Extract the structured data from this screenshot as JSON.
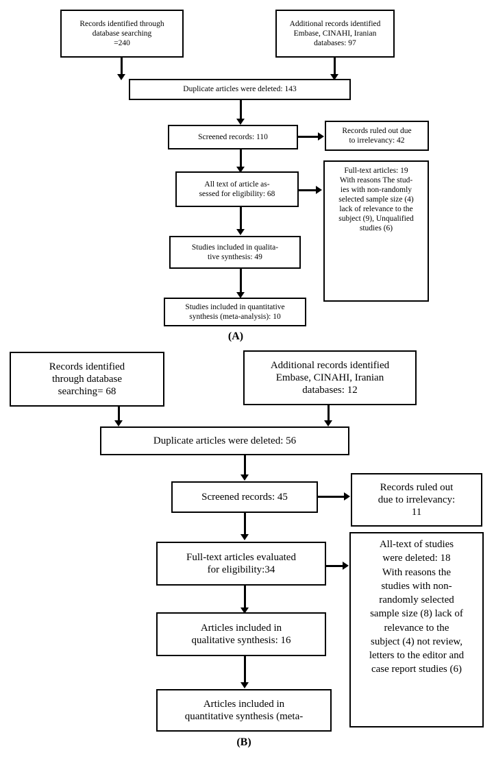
{
  "figure": {
    "type": "prisma-flow-diagram",
    "panels": [
      {
        "id": "A",
        "label": "(A)",
        "nodes": {
          "identified_database": "Records identified through\ndatabase searching\n=240",
          "identified_additional": "Additional records identified\nEmbase, CINAHI, Iranian\ndatabases: 97",
          "duplicates_removed": "Duplicate articles were deleted: 143",
          "screened": "Screened records: 110",
          "excluded_screening": "Records ruled out due\nto irrelevancy: 42",
          "eligibility": "All text of article as-\nsessed for eligibility: 68",
          "excluded_eligibility": "Full-text articles: 19\nWith reasons The stud-\nies with non-randomly\nselected sample size (4)\nlack of relevance to the\nsubject (9), Unqualified\nstudies (6)",
          "qualitative": "Studies included in qualita-\ntive synthesis: 49",
          "quantitative": "Studies included in quantitative\nsynthesis (meta-analysis): 10"
        }
      },
      {
        "id": "B",
        "label": "(B)",
        "nodes": {
          "identified_database": "Records identified\nthrough database\nsearching= 68",
          "identified_additional": "Additional records identified\nEmbase, CINAHI, Iranian\ndatabases: 12",
          "duplicates_removed": "Duplicate articles were deleted: 56",
          "screened": "Screened records: 45",
          "excluded_screening": "Records ruled out\ndue to irrelevancy:\n11",
          "eligibility": "Full-text articles evaluated\nfor eligibility:34",
          "excluded_eligibility": "All-text of studies\nwere deleted: 18\nWith reasons the\nstudies with non-\nrandomly selected\nsample size (8) lack of\nrelevance to the\nsubject (4) not review,\nletters to the editor and\ncase report studies (6)",
          "qualitative": "Articles included in\nqualitative synthesis: 16",
          "quantitative": "Articles included in\nquantitative synthesis (meta-"
        }
      }
    ]
  },
  "colors": {
    "border": "#000000",
    "background": "#ffffff",
    "text": "#000000"
  }
}
